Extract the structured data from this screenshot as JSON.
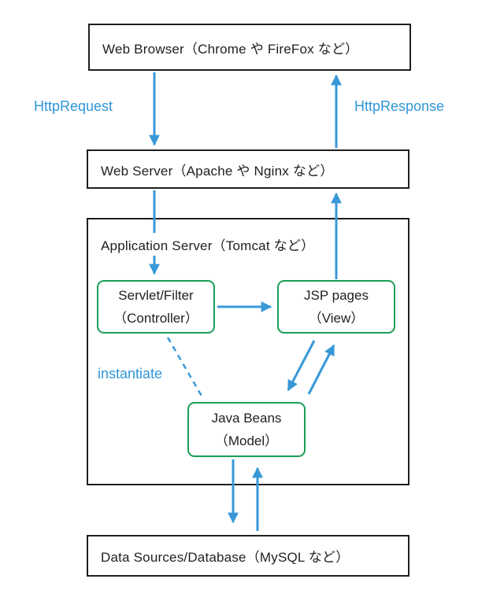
{
  "diagram": {
    "boxes": {
      "web_browser": {
        "label": "Web Browser（Chrome や FireFox など）"
      },
      "web_server": {
        "label": "Web Server（Apache や Nginx など）"
      },
      "app_server": {
        "label": "Application Server（Tomcat など）"
      },
      "servlet": {
        "line1": "Servlet/Filter",
        "line2": "（Controller）"
      },
      "jsp": {
        "line1": "JSP pages",
        "line2": "（View）"
      },
      "beans": {
        "line1": "Java Beans",
        "line2": "（Model）"
      },
      "data_source": {
        "label": "Data Sources/Database（MySQL など）"
      }
    },
    "flow_labels": {
      "http_request": "HttpRequest",
      "http_response": "HttpResponse",
      "instantiate": "instantiate"
    }
  },
  "colors": {
    "arrow_blue": "#3898d8",
    "label_blue": "#2f96d8",
    "box_border": "#1f1f1f",
    "text_black": "#1f1f1f",
    "mvc_green": "#1a9e57",
    "bg": "#ffffff"
  }
}
